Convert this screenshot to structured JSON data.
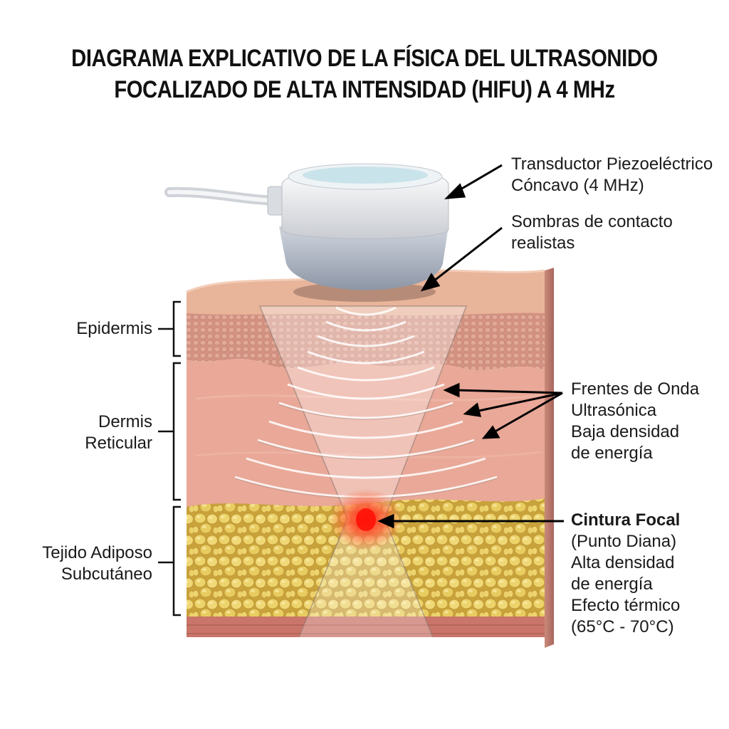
{
  "title": {
    "line1": "DIAGRAMA EXPLICATIVO DE LA FÍSICA DEL ULTRASONIDO",
    "line2": "FOCALIZADO DE ALTA INTENSIDAD (HIFU) A 4 MHz"
  },
  "labels": {
    "transducer": {
      "line1": "Transductor Piezoeléctrico",
      "line2": "Cóncavo (4 MHz)"
    },
    "contact_shadows": {
      "line1": "Sombras de contacto",
      "line2": "realistas"
    },
    "wavefronts": {
      "line1": "Frentes de Onda",
      "line2": "Ultrasónica",
      "line3": "Baja densidad",
      "line4": "de energía"
    },
    "focal": {
      "line1": "Cintura Focal",
      "line2": "(Punto Diana)",
      "line3": "Alta densidad",
      "line4": "de energía",
      "line5": "Efecto térmico",
      "line6": "(65°C - 70°C)"
    },
    "epidermis": "Epidermis",
    "dermis": {
      "line1": "Dermis",
      "line2": "Reticular"
    },
    "adipose": {
      "line1": "Tejido Adiposo",
      "line2": "Subcutáneo"
    }
  },
  "colors": {
    "skin_top": "#e8b49a",
    "epidermis": "#d99a8a",
    "dermis": "#e9a898",
    "fat": "#e6c85a",
    "muscle": "#c9756a",
    "focal_hot": "#ff2a1a",
    "transducer": "#d7dadf"
  }
}
